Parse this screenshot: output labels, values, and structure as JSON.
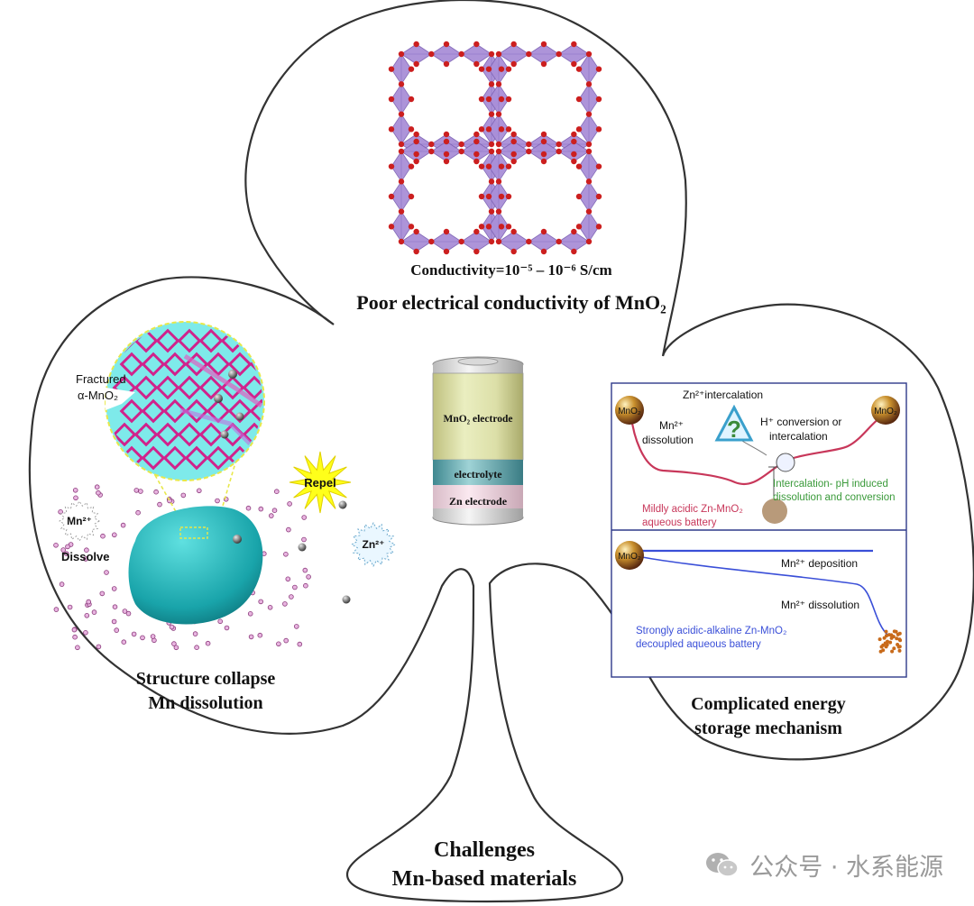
{
  "top_panel": {
    "conductivity": "Conductivity=10⁻⁵ – 10⁻⁶ S/cm",
    "title": "Poor electrical conductivity of MnO₂"
  },
  "battery": {
    "cathode": "MnO₂ electrode",
    "electrolyte": "electrolyte",
    "anode": "Zn electrode"
  },
  "left_panel": {
    "fractured": "Fractured",
    "fractured_material": "α-MnO₂",
    "mn_ion": "Mn²⁺",
    "dissolve": "Dissolve",
    "repel": "Repel",
    "zn_ion": "Zn²⁺",
    "caption_line1": "Structure collapse",
    "caption_line2": "Mn dissolution"
  },
  "right_panel": {
    "upper": {
      "mno2_left": "MnO₂",
      "mno2_right": "MnO₂",
      "zn_intercalation": "Zn²⁺intercalation",
      "mn_dissolution_1": "Mn²⁺",
      "mn_dissolution_2": "dissolution",
      "h_conversion_1": "H⁺ conversion or",
      "h_conversion_2": "intercalation",
      "ph_induced_1": "Intercalation- pH induced",
      "ph_induced_2": "dissolution and conversion",
      "battery_type_1": "Mildly acidic Zn-MnO₂",
      "battery_type_2": "aqueous battery"
    },
    "lower": {
      "mno2": "MnO₂",
      "deposition": "Mn²⁺ deposition",
      "dissolution": "Mn²⁺ dissolution",
      "battery_type_1": "Strongly acidic-alkaline Zn-MnO₂",
      "battery_type_2": "decoupled aqueous battery"
    },
    "caption_line1": "Complicated energy",
    "caption_line2": "storage mechanism"
  },
  "bottom": {
    "line1": "Challenges",
    "line2": "Mn-based materials"
  },
  "watermark": "公众号 · 水系能源",
  "colors": {
    "polyhedra": "#a98fd8",
    "oxygen": "#cc1f1f",
    "cyan": "#6fe4e4",
    "magenta_lattice": "#d0238c",
    "red_curve": "#c8375a",
    "blue_curve": "#3a4fd8",
    "panel_border": "#2f3a8a"
  }
}
